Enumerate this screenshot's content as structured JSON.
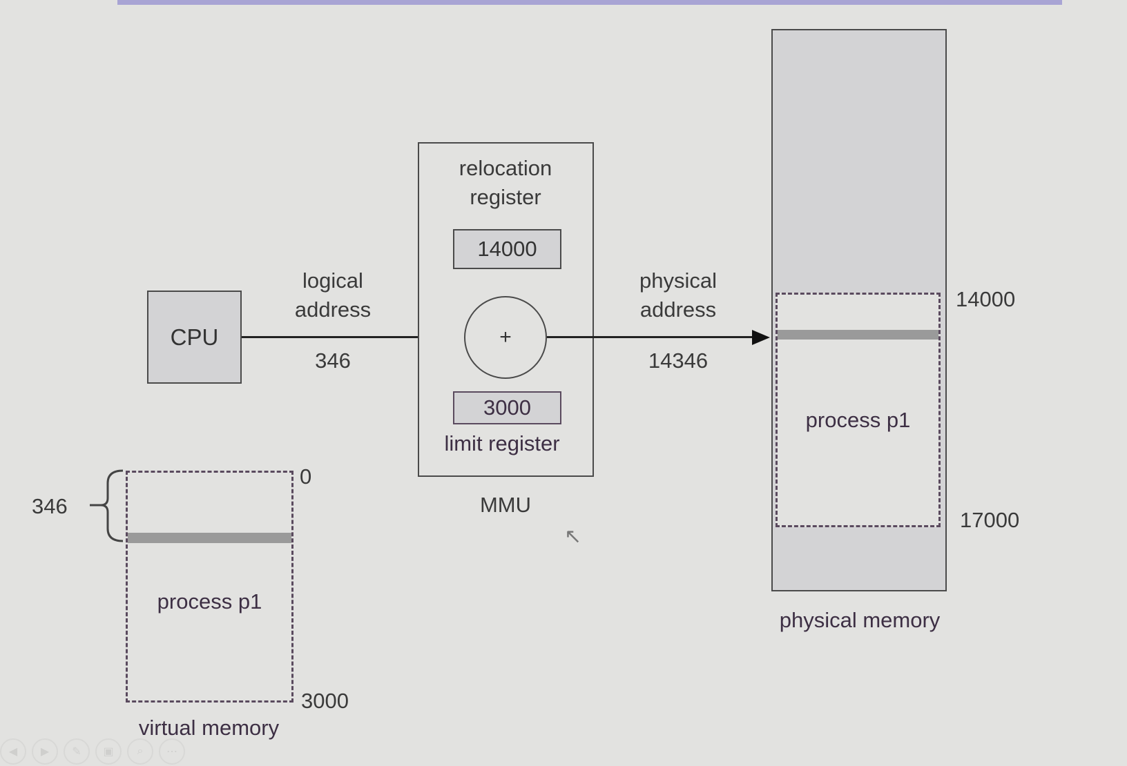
{
  "cpu": {
    "label": "CPU"
  },
  "logical": {
    "label_line1": "logical",
    "label_line2": "address",
    "value": "346"
  },
  "mmu": {
    "label": "MMU",
    "relocation_label_line1": "relocation",
    "relocation_label_line2": "register",
    "relocation_value": "14000",
    "adder_symbol": "+",
    "limit_value": "3000",
    "limit_label": "limit register"
  },
  "physical": {
    "label_line1": "physical",
    "label_line2": "address",
    "value": "14346"
  },
  "physical_memory": {
    "caption": "physical memory",
    "process_label": "process p1",
    "start": "14000",
    "end": "17000"
  },
  "virtual_memory": {
    "caption": "virtual memory",
    "process_label": "process p1",
    "start": "0",
    "end": "3000",
    "offset": "346"
  },
  "colors": {
    "background": "#e2e2e0",
    "box_fill": "#d3d3d5",
    "dash": "#5a4a5e",
    "top_rule": "#a8a4d4"
  },
  "toolbar_icons": [
    "back-icon",
    "play-icon",
    "pen-icon",
    "slides-icon",
    "zoom-icon",
    "more-icon"
  ]
}
